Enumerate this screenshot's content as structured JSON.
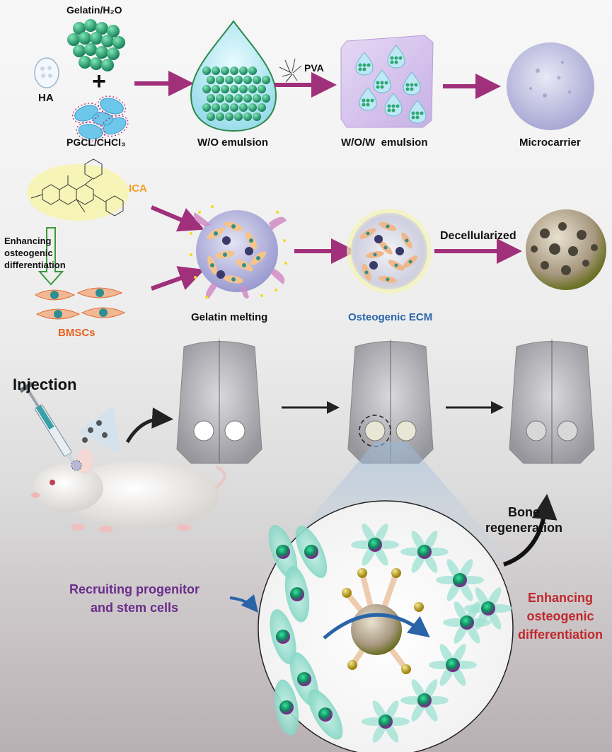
{
  "labels": {
    "gelatin": "Gelatin/H₂O",
    "ha": "HA",
    "plus": "+",
    "pgcl": "PGCL/CHCl₃",
    "wo": "W/O emulsion",
    "pva": "PVA",
    "wow": "W/O/W  emulsion",
    "microcarrier": "Microcarrier",
    "ica": "ICA",
    "enhancing_top": "Enhancing\nosteogenic\ndifferentiation",
    "bmscs": "BMSCs",
    "gelatin_melting": "Gelatin melting",
    "osteogenic_ecm": "Osteogenic ECM",
    "decellularized": "Decellularized",
    "injection": "Injection",
    "bone_regen": "Bone\nregeneration",
    "recruiting": "Recruiting progenitor\nand stem cells",
    "enhancing_bottom": "Enhancing\nosteogenic\ndifferentiation"
  },
  "colors": {
    "magenta_arrow": "#a0307a",
    "ica_orange": "#f0a020",
    "bmsc_orange": "#e8601c",
    "ecm_blue": "#2a64a8",
    "recruit_purple": "#6a2c8a",
    "enhance_red": "#c0282c",
    "green_arrow": "#3a9a3a",
    "bead_green": "#2fa872"
  }
}
